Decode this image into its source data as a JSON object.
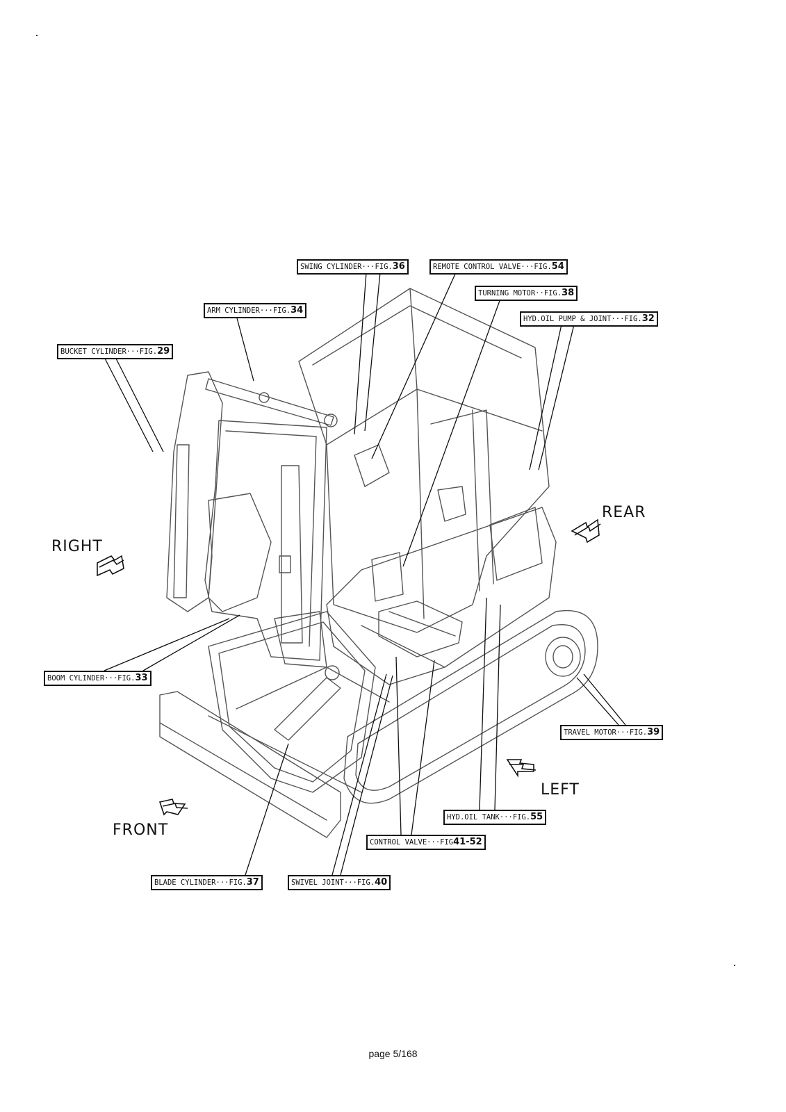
{
  "labels": {
    "swing_cylinder": {
      "text": "SWING CYLINDER···FIG.",
      "fig": "36"
    },
    "remote_control_valve": {
      "text": "REMOTE CONTROL VALVE···FIG.",
      "fig": "54"
    },
    "turning_motor": {
      "text": "TURNING MOTOR··FIG.",
      "fig": "38"
    },
    "arm_cylinder": {
      "text": "ARM CYLINDER···FIG.",
      "fig": "34"
    },
    "hyd_oil_pump_joint": {
      "text": "HYD.OIL PUMP & JOINT···FIG.",
      "fig": "32"
    },
    "bucket_cylinder": {
      "text": "BUCKET CYLINDER···FIG.",
      "fig": "29"
    },
    "boom_cylinder": {
      "text": "BOOM CYLINDER···FIG.",
      "fig": "33"
    },
    "travel_motor": {
      "text": "TRAVEL MOTOR···FIG.",
      "fig": "39"
    },
    "hyd_oil_tank": {
      "text": "HYD.OIL TANK···FIG.",
      "fig": "55"
    },
    "control_valve": {
      "text": "CONTROL VALVE···FIG",
      "fig": "41-52"
    },
    "blade_cylinder": {
      "text": "BLADE CYLINDER···FIG.",
      "fig": "37"
    },
    "swivel_joint": {
      "text": "SWIVEL JOINT···FIG.",
      "fig": "40"
    }
  },
  "directions": {
    "right": "RIGHT",
    "rear": "REAR",
    "left": "LEFT",
    "front": "FRONT"
  },
  "footer": {
    "page": "page 5/168"
  },
  "colors": {
    "line": "#111111",
    "outline": "#444444",
    "background": "#ffffff"
  }
}
